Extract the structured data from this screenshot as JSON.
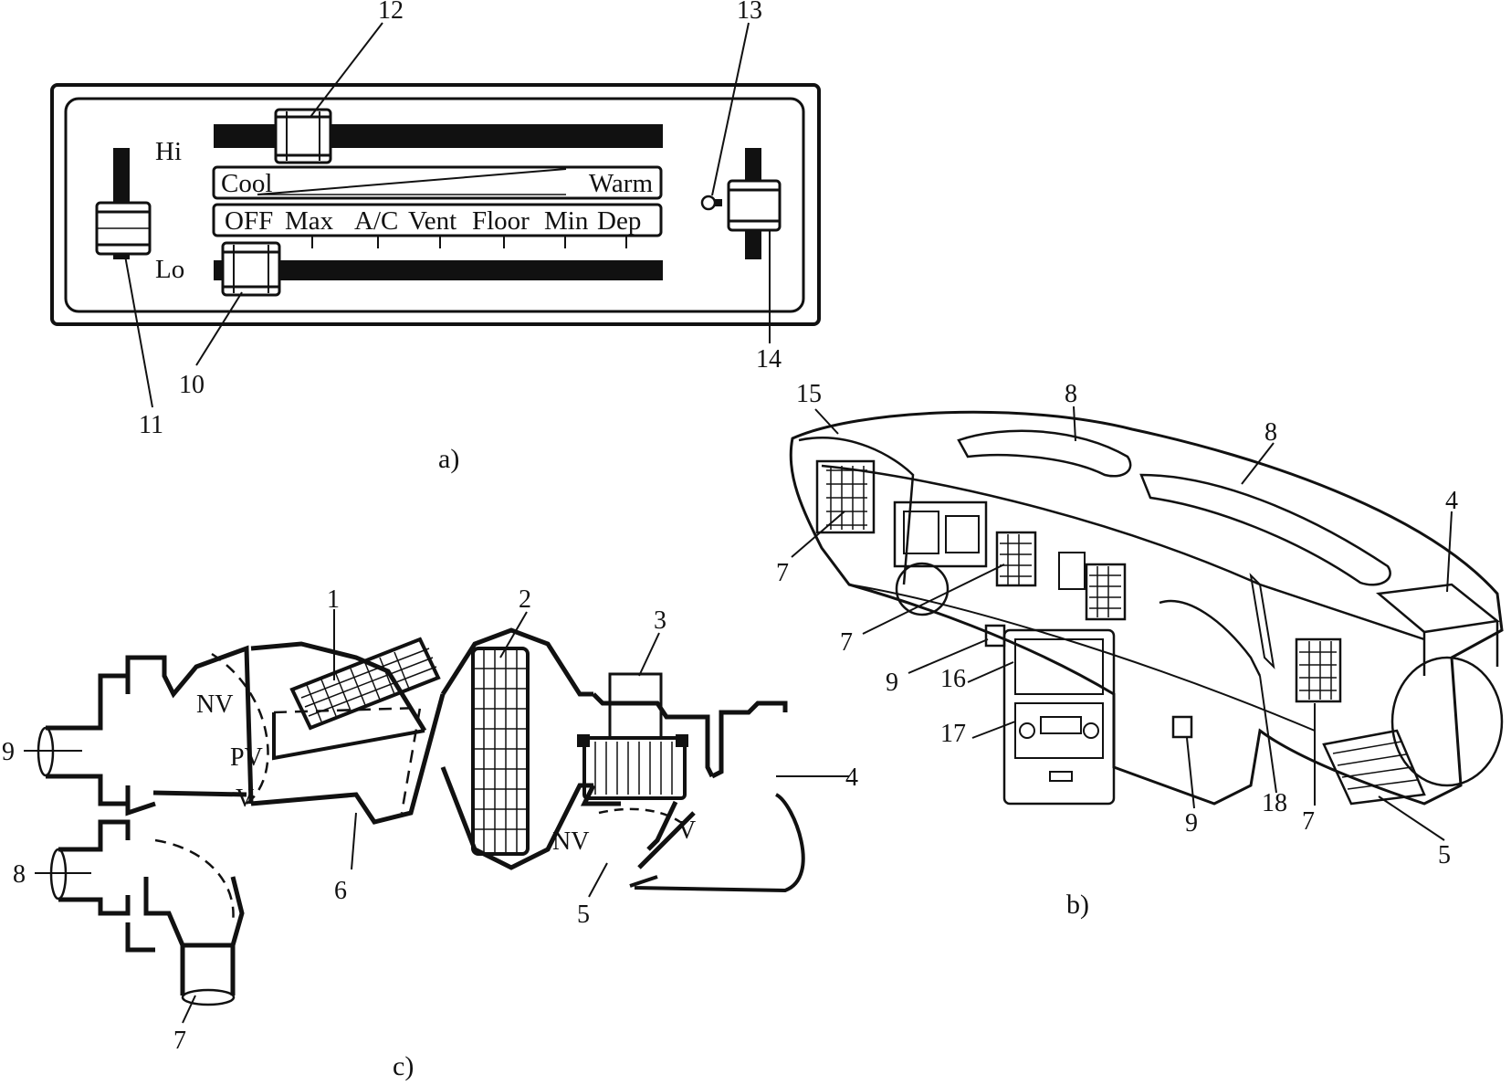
{
  "panel_a": {
    "caption": "a)",
    "fan_hi": "Hi",
    "fan_lo": "Lo",
    "temp_cool": "Cool",
    "temp_warm": "Warm",
    "mode_labels": [
      "OFF",
      "Max",
      "A/C",
      "Vent",
      "Floor",
      "Min",
      "Dep"
    ],
    "callouts": [
      "12",
      "13",
      "11",
      "10",
      "14"
    ]
  },
  "panel_b": {
    "caption": "b)",
    "callouts": [
      "15",
      "8",
      "8",
      "4",
      "7",
      "7",
      "9",
      "16",
      "17",
      "9",
      "18",
      "7",
      "5"
    ]
  },
  "panel_c": {
    "caption": "c)",
    "callouts": [
      "1",
      "2",
      "3",
      "4",
      "9",
      "8",
      "7",
      "6",
      "5"
    ],
    "valve_labels": [
      "NV",
      "PV",
      "V",
      "NV",
      "V"
    ]
  }
}
